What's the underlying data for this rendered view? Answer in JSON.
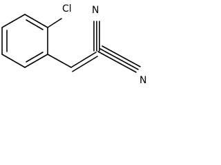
{
  "molecule": {
    "atom_labels": {
      "chlorine": "Cl",
      "nitrogen_top": "N",
      "nitrogen_bottom": "N"
    }
  }
}
